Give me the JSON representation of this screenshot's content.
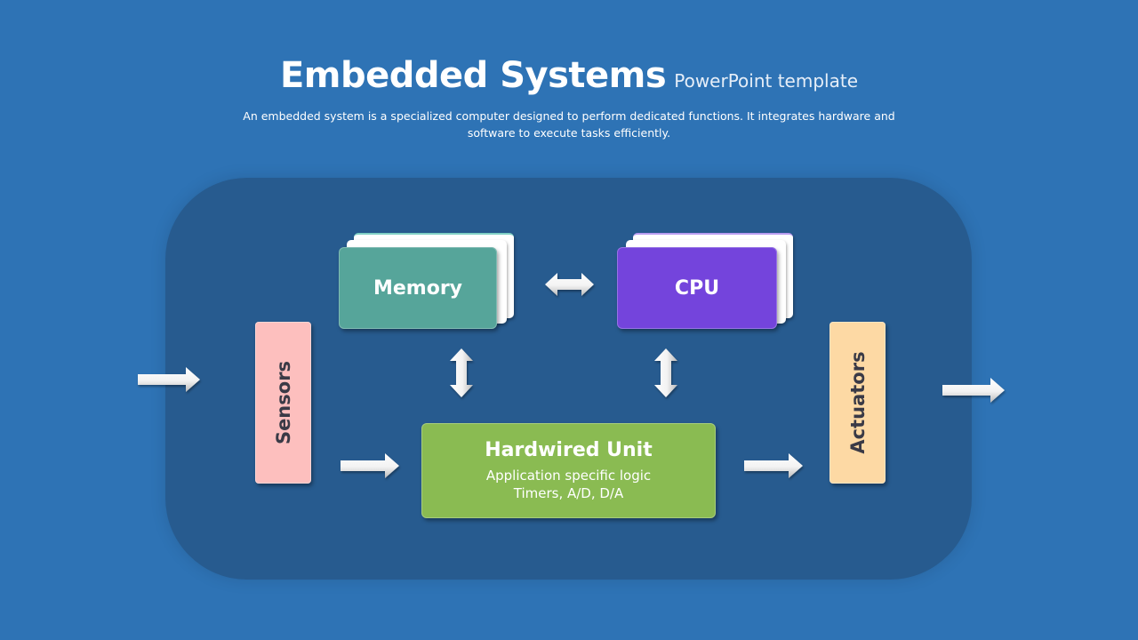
{
  "header": {
    "title": "Embedded Systems",
    "subtitle": "PowerPoint template",
    "description": "An embedded system is a specialized computer designed to perform dedicated functions. It integrates hardware and software to execute tasks efficiently."
  },
  "diagram": {
    "memory": {
      "label": "Memory",
      "color": "#56A59A"
    },
    "cpu": {
      "label": "CPU",
      "color": "#7444DC"
    },
    "sensors": {
      "label": "Sensors",
      "color": "#FDBFBE"
    },
    "actuators": {
      "label": "Actuators",
      "color": "#FDD9A4"
    },
    "hardwired_unit": {
      "label": "Hardwired Unit",
      "line1": "Application specific logic",
      "line2": "Timers, A/D, D/A",
      "color": "#8ABB52"
    },
    "arrow_icon": "white-block-arrow-icon"
  },
  "colors": {
    "background": "#2E73B5",
    "panel": "#275B8F"
  }
}
